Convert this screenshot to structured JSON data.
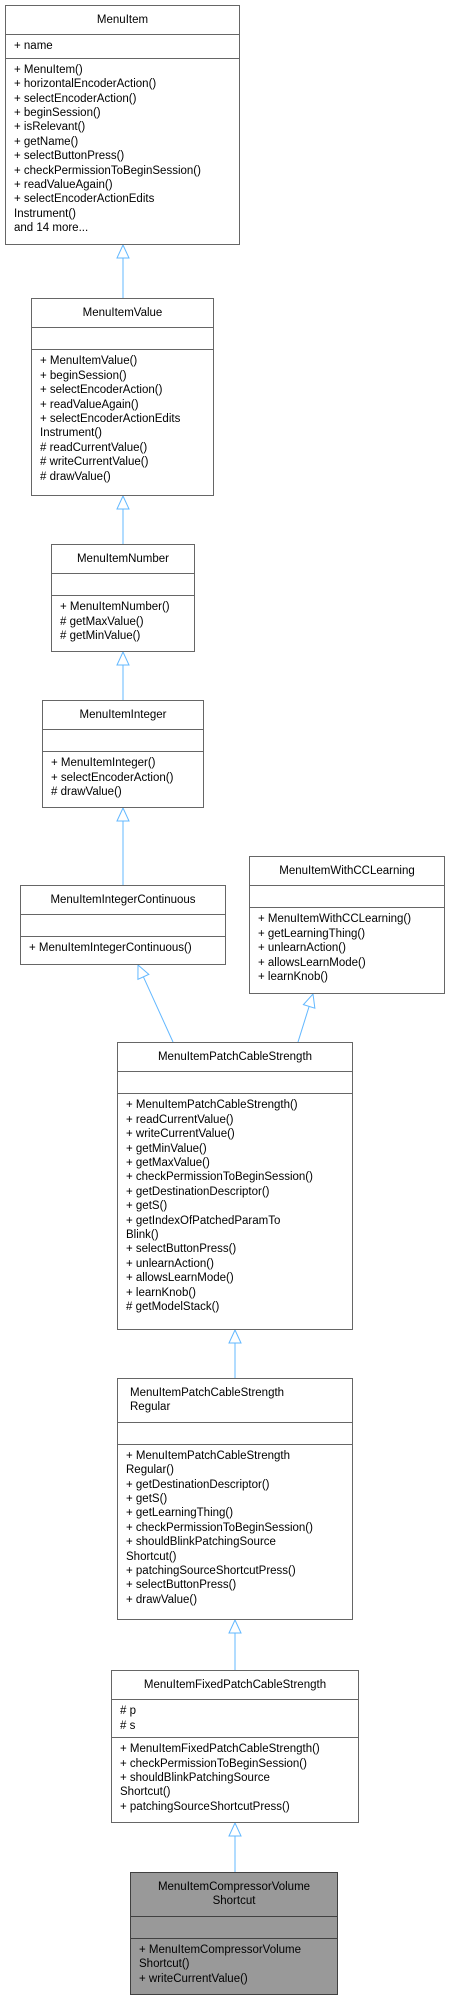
{
  "colors": {
    "edge": "#63b8ff",
    "border": "#666666",
    "focus_fill": "#999999"
  },
  "classes": [
    {
      "id": "c0",
      "title": [
        "MenuItem"
      ],
      "attrs": [
        "+ name"
      ],
      "ops": [
        "+ MenuItem()",
        "+ horizontalEncoderAction()",
        "+ selectEncoderAction()",
        "+ beginSession()",
        "+ isRelevant()",
        "+ getName()",
        "+ selectButtonPress()",
        "+ checkPermissionToBeginSession()",
        "+ readValueAgain()",
        "+ selectEncoderActionEdits",
        "Instrument()",
        "and 14 more..."
      ]
    },
    {
      "id": "c1",
      "title": [
        "MenuItemValue"
      ],
      "attrs": [],
      "ops": [
        "+ MenuItemValue()",
        "+ beginSession()",
        "+ selectEncoderAction()",
        "+ readValueAgain()",
        "+ selectEncoderActionEdits",
        "Instrument()",
        "# readCurrentValue()",
        "# writeCurrentValue()",
        "# drawValue()"
      ]
    },
    {
      "id": "c2",
      "title": [
        "MenuItemNumber"
      ],
      "attrs": [],
      "ops": [
        "+ MenuItemNumber()",
        "# getMaxValue()",
        "# getMinValue()"
      ]
    },
    {
      "id": "c3",
      "title": [
        "MenuItemInteger"
      ],
      "attrs": [],
      "ops": [
        "+ MenuItemInteger()",
        "+ selectEncoderAction()",
        "# drawValue()"
      ]
    },
    {
      "id": "c4",
      "title": [
        "MenuItemIntegerContinuous"
      ],
      "attrs": [],
      "ops": [
        "+ MenuItemIntegerContinuous()"
      ]
    },
    {
      "id": "c5",
      "title": [
        "MenuItemWithCCLearning"
      ],
      "attrs": [],
      "ops": [
        "+ MenuItemWithCCLearning()",
        "+ getLearningThing()",
        "+ unlearnAction()",
        "+ allowsLearnMode()",
        "+ learnKnob()"
      ]
    },
    {
      "id": "c6",
      "title": [
        "MenuItemPatchCableStrength"
      ],
      "attrs": [],
      "ops": [
        "+ MenuItemPatchCableStrength()",
        "+ readCurrentValue()",
        "+ writeCurrentValue()",
        "+ getMinValue()",
        "+ getMaxValue()",
        "+ checkPermissionToBeginSession()",
        "+ getDestinationDescriptor()",
        "+ getS()",
        "+ getIndexOfPatchedParamTo",
        "Blink()",
        "+ selectButtonPress()",
        "+ unlearnAction()",
        "+ allowsLearnMode()",
        "+ learnKnob()",
        "# getModelStack()"
      ]
    },
    {
      "id": "c7",
      "title": [
        "MenuItemPatchCableStrength",
        "Regular"
      ],
      "attrs": [],
      "ops": [
        "+ MenuItemPatchCableStrength",
        "Regular()",
        "+ getDestinationDescriptor()",
        "+ getS()",
        "+ getLearningThing()",
        "+ checkPermissionToBeginSession()",
        "+ shouldBlinkPatchingSource",
        "Shortcut()",
        "+ patchingSourceShortcutPress()",
        "+ selectButtonPress()",
        "+ drawValue()"
      ]
    },
    {
      "id": "c8",
      "title": [
        "MenuItemFixedPatchCableStrength"
      ],
      "attrs": [
        "# p",
        "# s"
      ],
      "ops": [
        "+ MenuItemFixedPatchCableStrength()",
        "+ checkPermissionToBeginSession()",
        "+ shouldBlinkPatchingSource",
        "Shortcut()",
        "+ patchingSourceShortcutPress()"
      ]
    },
    {
      "id": "c9",
      "title": [
        "MenuItemCompressorVolume",
        "Shortcut"
      ],
      "attrs": [],
      "ops": [
        "+ MenuItemCompressorVolume",
        "Shortcut()",
        "+ writeCurrentValue()"
      ]
    }
  ],
  "edges": [
    {
      "from": "c1",
      "to": "c0"
    },
    {
      "from": "c2",
      "to": "c1"
    },
    {
      "from": "c3",
      "to": "c2"
    },
    {
      "from": "c4",
      "to": "c3"
    },
    {
      "from": "c6",
      "to": "c4"
    },
    {
      "from": "c6",
      "to": "c5"
    },
    {
      "from": "c7",
      "to": "c6"
    },
    {
      "from": "c8",
      "to": "c7"
    },
    {
      "from": "c9",
      "to": "c8"
    }
  ]
}
